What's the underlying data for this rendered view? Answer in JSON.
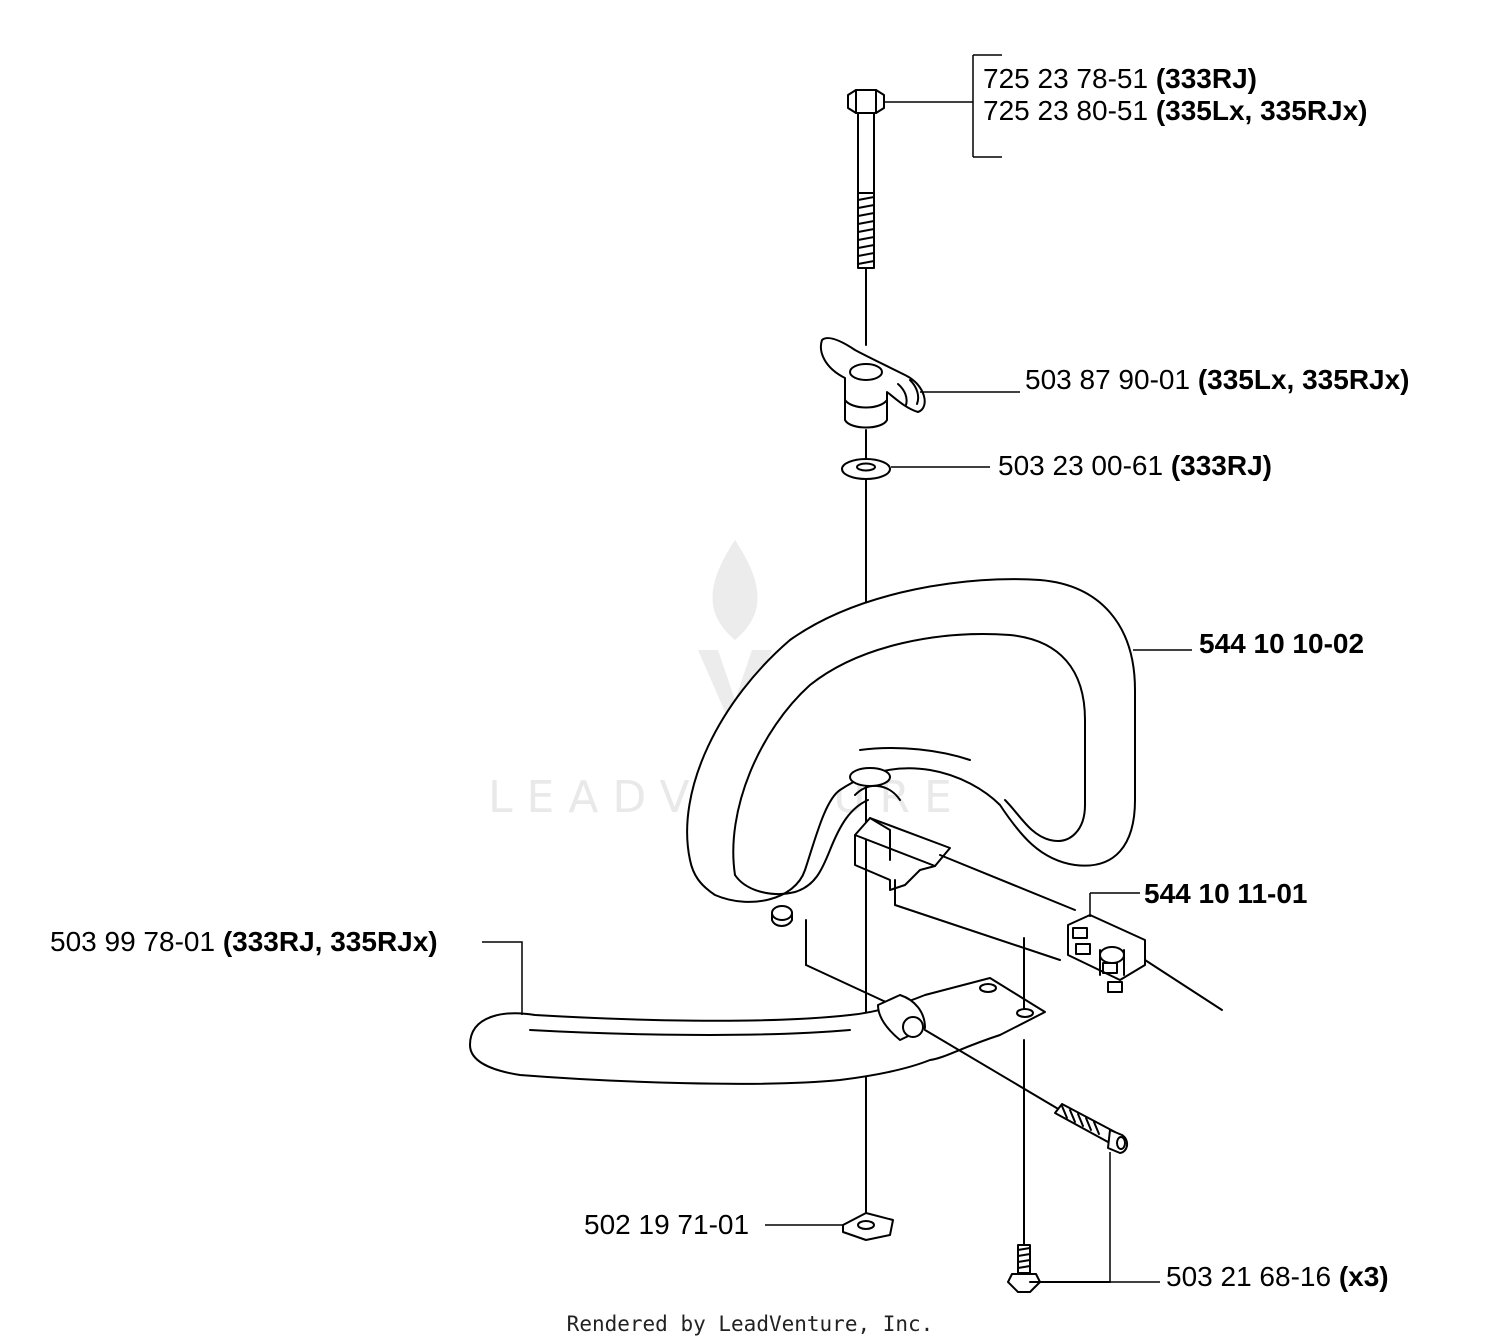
{
  "watermark": {
    "text": "LEADVENTURE"
  },
  "callouts": [
    {
      "part": "725 23 78-51",
      "models": "(333RJ)"
    },
    {
      "part": "725 23 80-51",
      "models": "(335Lx, 335RJx)"
    },
    {
      "part": "503 87 90-01",
      "models": "(335Lx, 335RJx)"
    },
    {
      "part": "503 23 00-61",
      "models": "(333RJ)"
    },
    {
      "part": "544 10 10-02",
      "models": ""
    },
    {
      "part": "544 10 11-01",
      "models": ""
    },
    {
      "part": "503 99 78-01",
      "models": "(333RJ, 335RJx)"
    },
    {
      "part": "502 19 71-01",
      "models": ""
    },
    {
      "part": "503 21 68-16",
      "models": "(x3)"
    }
  ],
  "footer": {
    "text": "Rendered by LeadVenture, Inc."
  }
}
